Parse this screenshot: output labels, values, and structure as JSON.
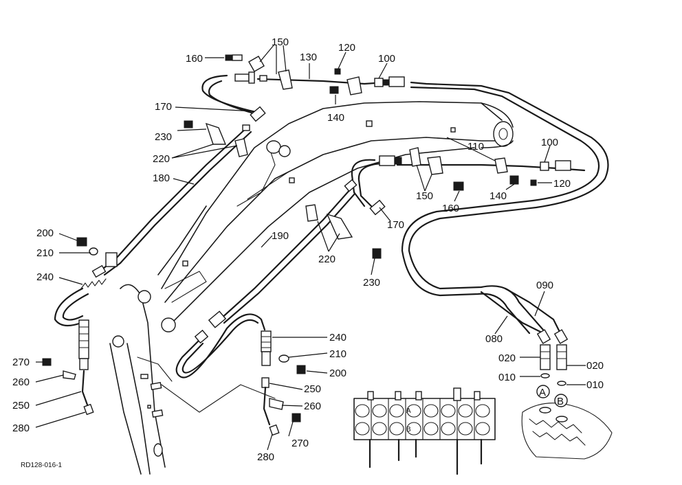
{
  "diagram": {
    "drawing_code": "RD128-016-1",
    "port_labels": {
      "a": "A",
      "b": "B"
    },
    "callouts": {
      "c160_top": "160",
      "c150_top": "150",
      "c130": "130",
      "c120_top": "120",
      "c100_top": "100",
      "c170_top": "170",
      "c140_top": "140",
      "c230_top": "230",
      "c220_top": "220",
      "c180": "180",
      "c110": "110",
      "c100_right": "100",
      "c120_right": "120",
      "c140_right": "140",
      "c150_mid": "150",
      "c160_mid": "160",
      "c170_mid": "170",
      "c200_left": "200",
      "c210_left": "210",
      "c240_left": "240",
      "c190": "190",
      "c220_mid": "220",
      "c230_mid": "230",
      "c090": "090",
      "c080": "080",
      "c020_left": "020",
      "c020_right": "020",
      "c010_left": "010",
      "c010_right": "010",
      "c240_right": "240",
      "c210_right": "210",
      "c200_right": "200",
      "c250_right": "250",
      "c260_right": "260",
      "c270_right": "270",
      "c280_right": "280",
      "c270_left": "270",
      "c260_left": "260",
      "c250_left": "250",
      "c280_left": "280"
    }
  }
}
